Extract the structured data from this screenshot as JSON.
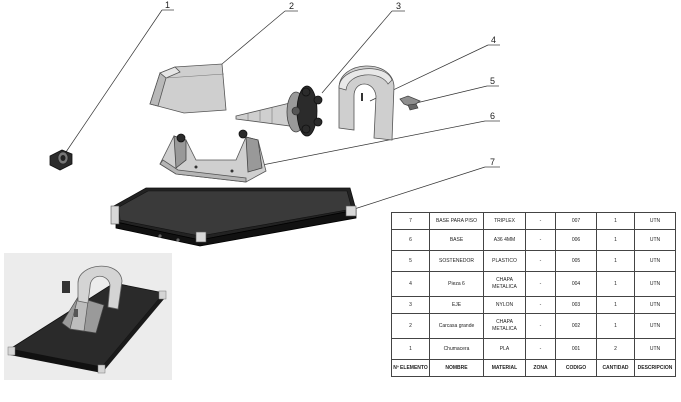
{
  "callouts": [
    "1",
    "2",
    "3",
    "4",
    "5",
    "6",
    "7"
  ],
  "bom": {
    "headers": [
      "Nº ELEMENTO",
      "NOMBRE",
      "MATERIAL",
      "ZONA",
      "CODIGO",
      "CANTIDAD",
      "DESCRIPCION"
    ],
    "rows": [
      {
        "n": "7",
        "name": "BASE PARA PISO",
        "material": "TRIPLEX",
        "zona": "-",
        "code": "007",
        "qty": "1",
        "desc": "UTN"
      },
      {
        "n": "6",
        "name": "BASE",
        "material": "A36 4MM",
        "zona": "-",
        "code": "006",
        "qty": "1",
        "desc": "UTN"
      },
      {
        "n": "5",
        "name": "SOSTENEDOR",
        "material": "PLASTICO",
        "zona": "-",
        "code": "005",
        "qty": "1",
        "desc": "UTN"
      },
      {
        "n": "4",
        "name": "Pieza 6",
        "material": "CHAPA METALICA",
        "zona": "-",
        "code": "004",
        "qty": "1",
        "desc": "UTN"
      },
      {
        "n": "3",
        "name": "EJE",
        "material": "NYLON",
        "zona": "-",
        "code": "003",
        "qty": "1",
        "desc": "UTN"
      },
      {
        "n": "2",
        "name": "Carcasa grande",
        "material": "CHAPA METALICA",
        "zona": "-",
        "code": "002",
        "qty": "1",
        "desc": "UTN"
      },
      {
        "n": "1",
        "name": "Chumacera",
        "material": "PLA",
        "zona": "-",
        "code": "001",
        "qty": "2",
        "desc": "UTN"
      }
    ]
  }
}
